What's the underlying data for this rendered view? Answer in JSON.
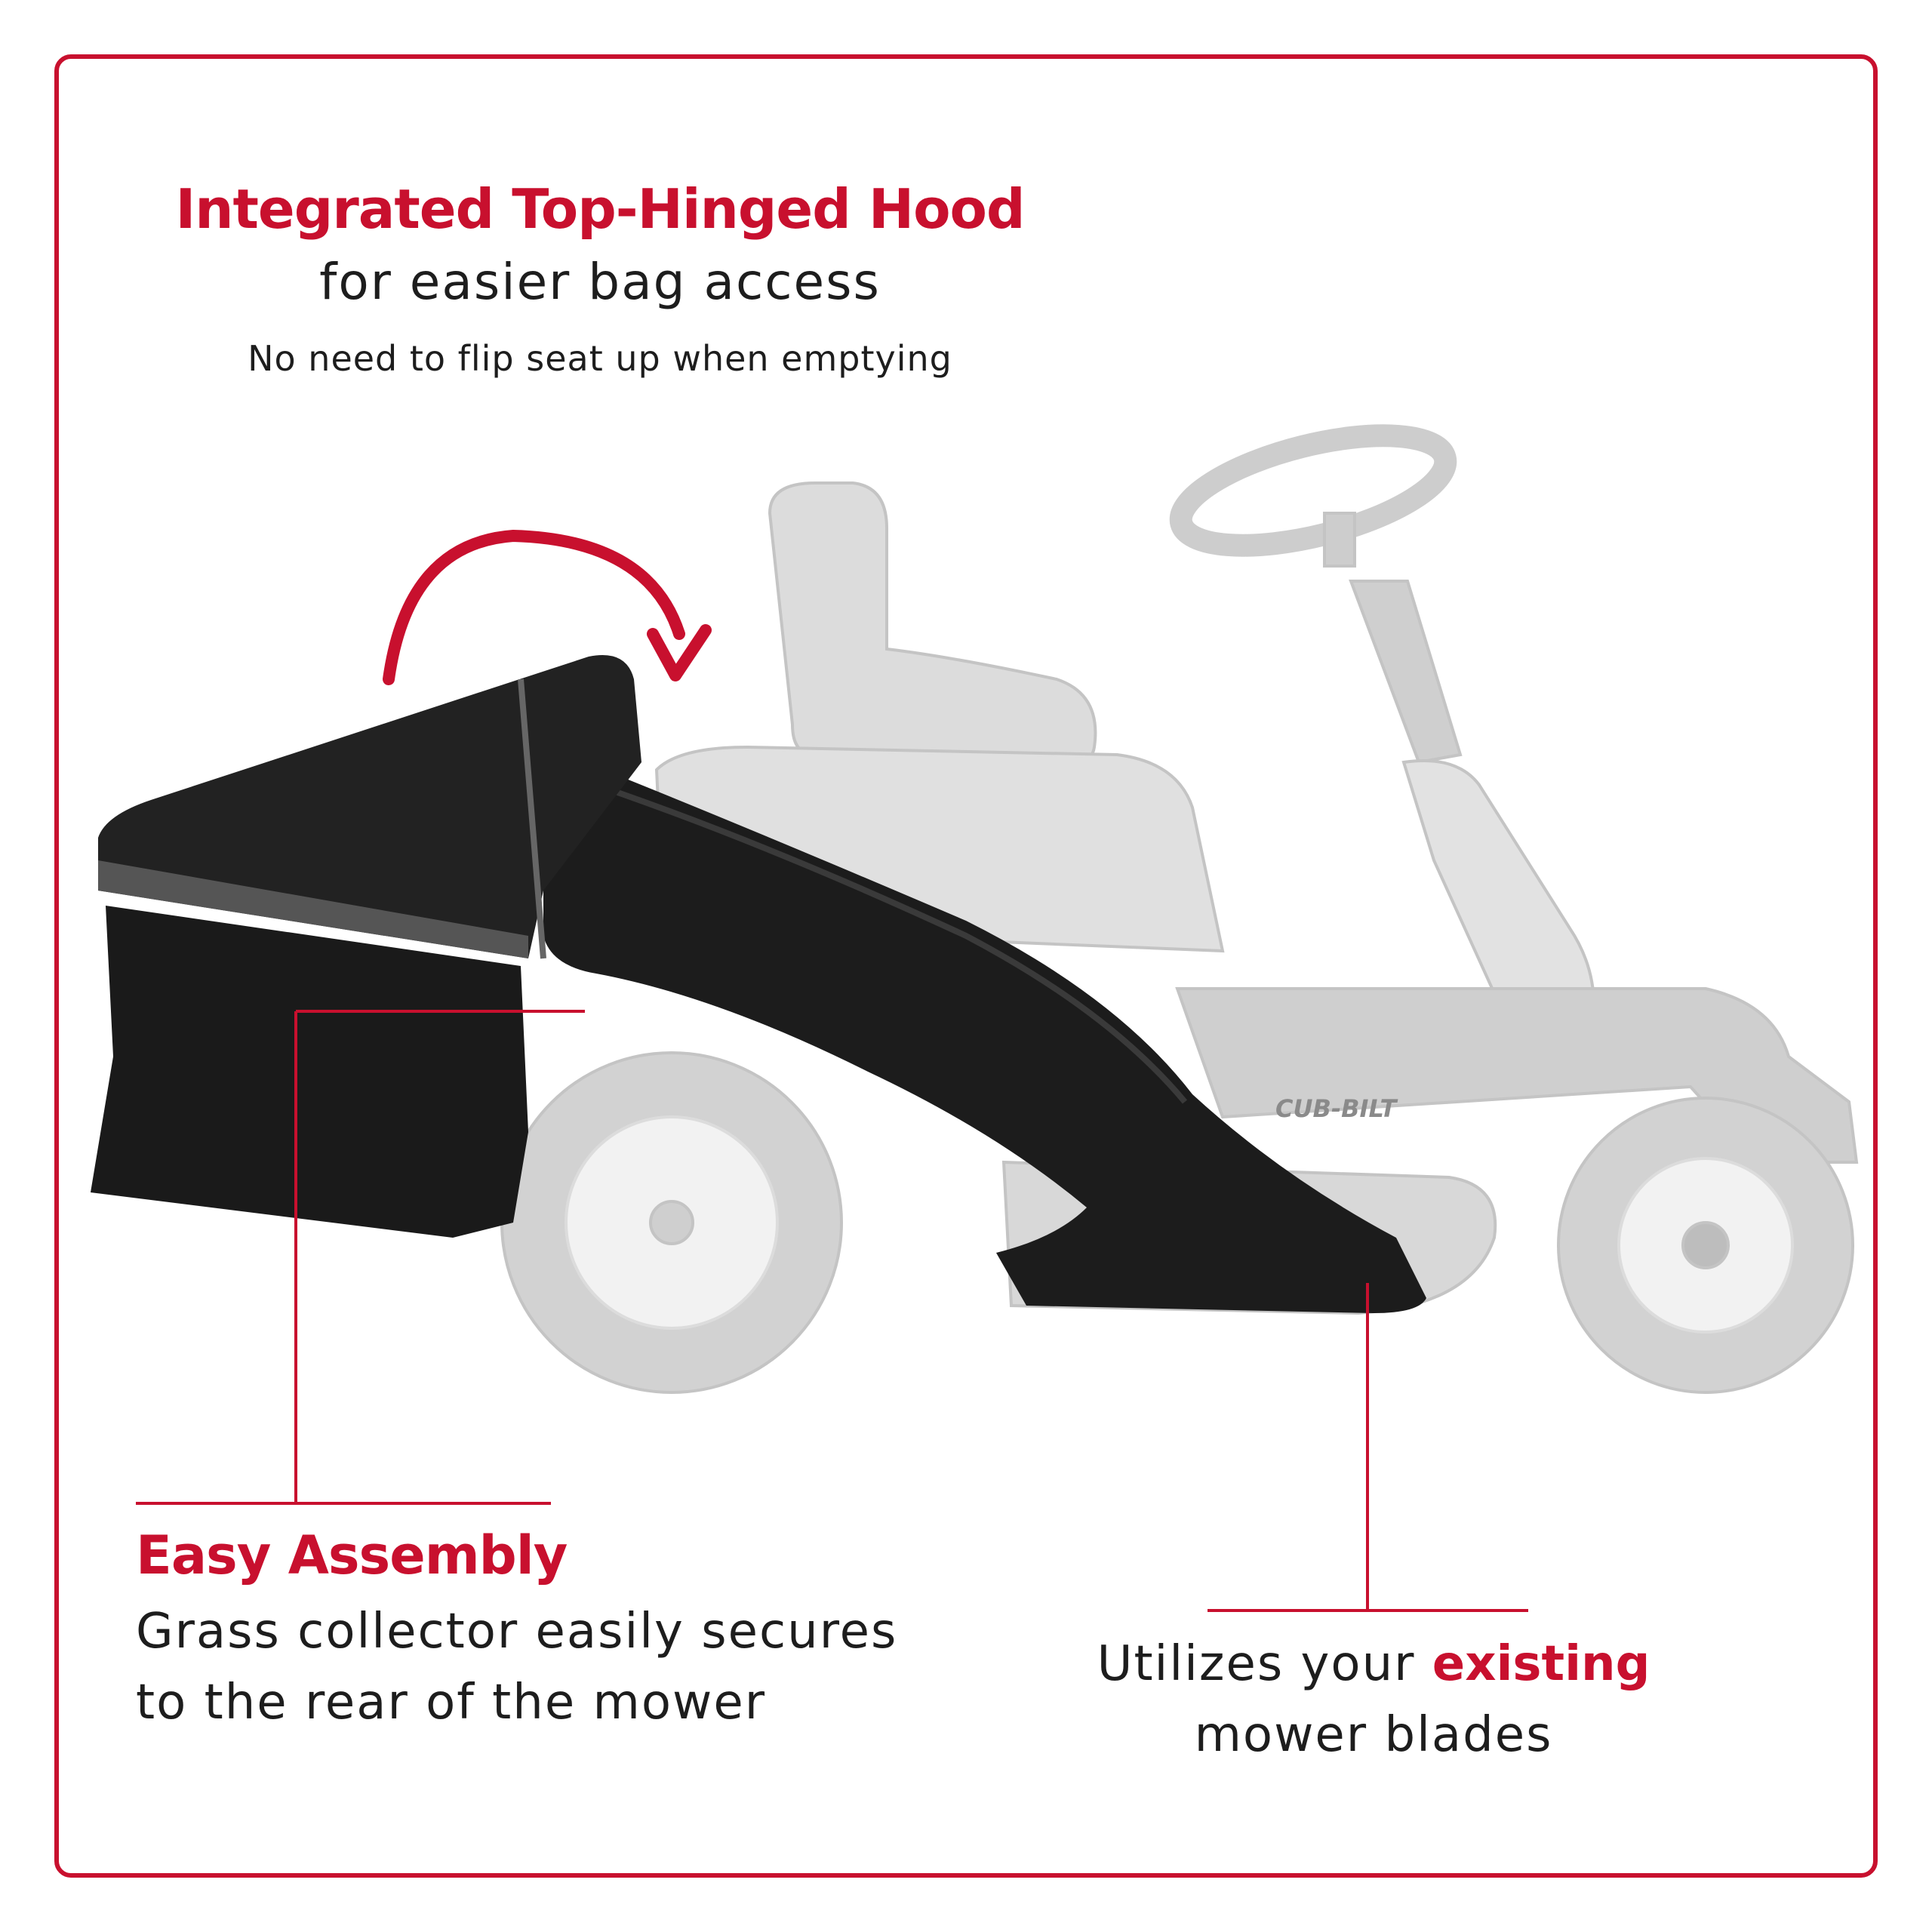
{
  "headline": {
    "title": "Integrated Top-Hinged Hood",
    "subtitle": "for easier bag access",
    "note": "No need to flip seat up when emptying"
  },
  "assembly": {
    "title": "Easy Assembly",
    "line1": "Grass collector easily secures",
    "line2": "to the rear of the mower"
  },
  "blades": {
    "pre": "Utilizes your ",
    "highlight": "existing",
    "line2": "mower blades"
  },
  "product": {
    "brand_mark": "CUB-BILT"
  },
  "colors": {
    "accent": "#c8102e",
    "text": "#1d1d1d",
    "mower_ghost": "#d4d4d4",
    "bag": "#1a1a1a"
  }
}
